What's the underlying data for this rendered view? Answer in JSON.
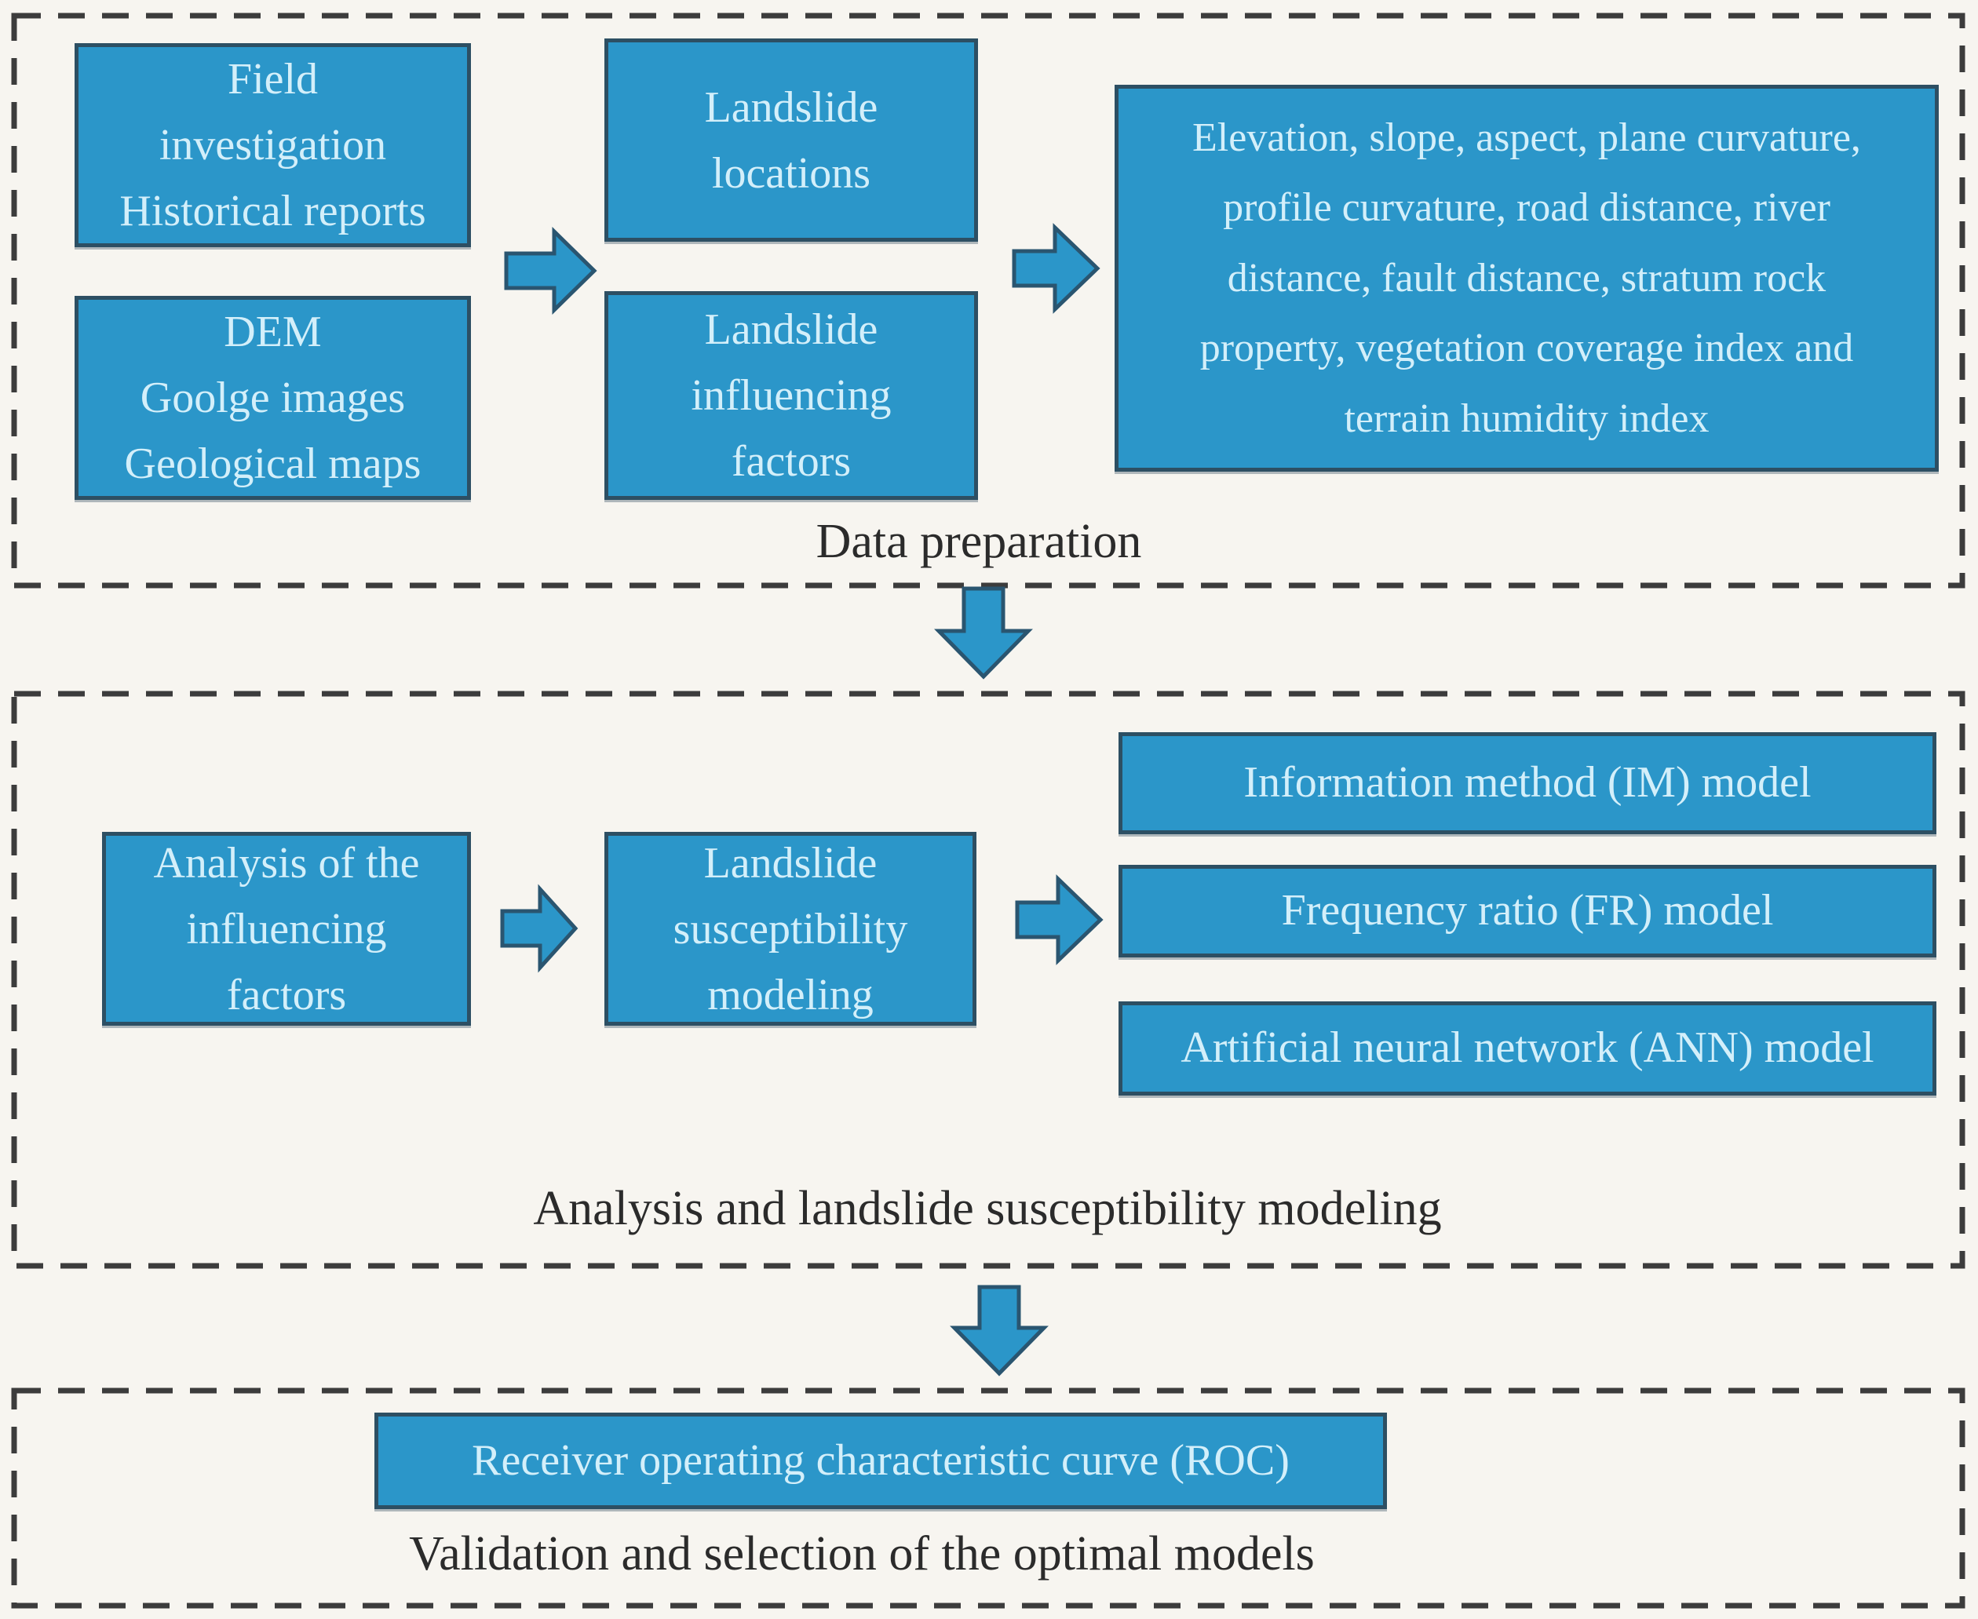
{
  "diagram_type": "flowchart",
  "colors": {
    "background": "#f7f5f0",
    "box_fill": "#2b96c9",
    "box_border": "#2d4f63",
    "box_text": "#d3effa",
    "label_text": "#2b2b2b",
    "dashed_frame": "#3c3c3c"
  },
  "sections": [
    {
      "label": "Data preparation",
      "boxes": [
        {
          "text": "Field\ninvestigation\nHistorical reports"
        },
        {
          "text": "DEM\nGoolge images\nGeological maps"
        },
        {
          "text": "Landslide\nlocations"
        },
        {
          "text": "Landslide\ninfluencing\nfactors"
        },
        {
          "text": "Elevation, slope, aspect, plane curvature,\nprofile curvature, road distance, river\ndistance, fault distance, stratum rock\nproperty, vegetation coverage index and\nterrain humidity index"
        }
      ]
    },
    {
      "label": "Analysis and landslide susceptibility modeling",
      "boxes": [
        {
          "text": "Analysis of the\ninfluencing\nfactors"
        },
        {
          "text": "Landslide\nsusceptibility\nmodeling"
        },
        {
          "text": "Information method (IM) model"
        },
        {
          "text": "Frequency ratio (FR) model"
        },
        {
          "text": "Artificial neural network (ANN) model"
        }
      ]
    },
    {
      "label": "Validation and selection of the optimal models",
      "boxes": [
        {
          "text": "Receiver operating characteristic curve (ROC)"
        }
      ]
    }
  ]
}
